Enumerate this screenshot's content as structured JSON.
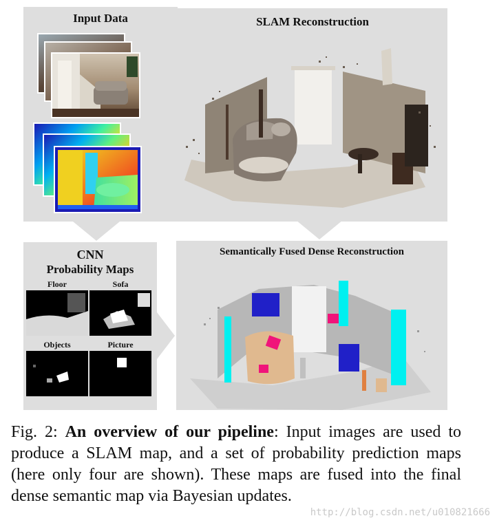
{
  "panels": {
    "input": {
      "title": "Input Data"
    },
    "slam": {
      "title": "SLAM Reconstruction"
    },
    "cnn": {
      "title_line1": "CNN",
      "title_line2": "Probability Maps",
      "maps": [
        {
          "label": "Floor"
        },
        {
          "label": "Sofa"
        },
        {
          "label": "Objects"
        },
        {
          "label": "Picture"
        }
      ]
    },
    "fused": {
      "title": "Semantically Fused Dense Reconstruction"
    }
  },
  "caption": {
    "prefix": "Fig. 2: ",
    "bold": "An overview of our pipeline",
    "text": ": Input images are used to produce a SLAM map, and a set of probability prediction maps (here only four are shown). These maps are fused into the final dense semantic map via Bayesian updates."
  },
  "watermark": "http://blog.csdn.net/u010821666",
  "colors": {
    "panel_bg": "#dedede",
    "floor": "#e0b98f",
    "wall_cyan": "#00f0f0",
    "picture_magenta": "#f0147a",
    "objects_blue": "#2020c8",
    "depth_start": "#1a1ab4",
    "depth_end": "#f04a12"
  }
}
